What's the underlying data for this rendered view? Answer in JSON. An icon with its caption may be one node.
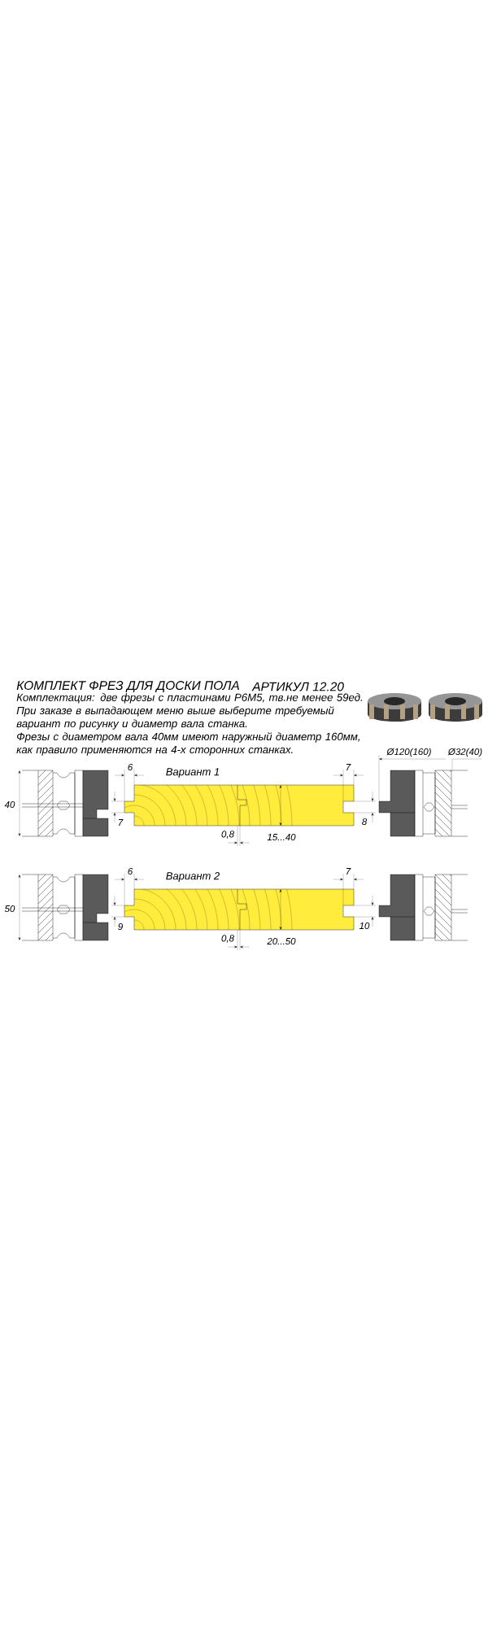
{
  "diagram": {
    "title": "КОМПЛЕКТ ФРЕЗ ДЛЯ ДОСКИ ПОЛА",
    "labels": [
      "АРТИКУЛ 12.20",
      "Комплектация: две фрезы с пластинами Р6М5, тв.не менее 59ед.",
      "При заказе в выпадающем меню выше выберите требуемый вариант по рисунку и диаметр вала станка.",
      "Фрезы с диаметром вала 40мм имеют наружный диаметр 160мм, как правило применяются на 4-х сторонних станках.",
      "Ø120(160)",
      "Ø32(40)",
      "6",
      "Вариант 1",
      "7",
      "40",
      "7",
      "8",
      "0,8",
      "15...40",
      "6",
      "Вариант 2",
      "7",
      "50",
      "9",
      "10",
      "0,8",
      "20...50"
    ]
  }
}
